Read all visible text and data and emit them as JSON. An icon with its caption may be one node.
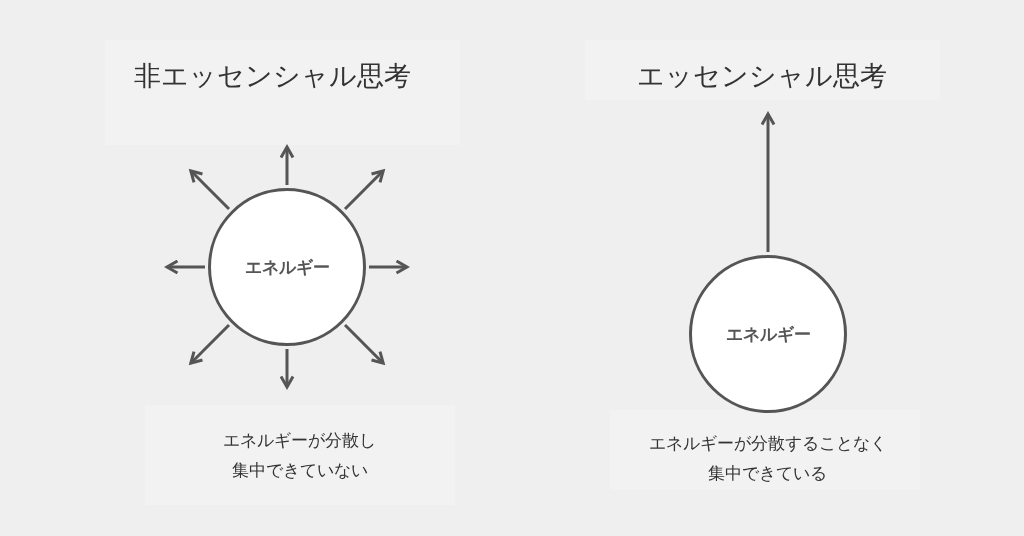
{
  "diagram": {
    "nodes": [
      {
        "text": [
          "エネルギー"
        ]
      },
      {
        "text": [
          "エネルギー"
        ]
      }
    ],
    "edges": [
      {
        "from": 0,
        "to": null,
        "arrow": "to"
      },
      {
        "from": 0,
        "to": null,
        "arrow": "to"
      },
      {
        "from": 0,
        "to": null,
        "arrow": "to"
      },
      {
        "from": 0,
        "to": null,
        "arrow": "to"
      },
      {
        "from": 0,
        "to": null,
        "arrow": "to"
      },
      {
        "from": 0,
        "to": null,
        "arrow": "to"
      },
      {
        "from": 0,
        "to": null,
        "arrow": "to"
      },
      {
        "from": 0,
        "to": null,
        "arrow": "to"
      },
      {
        "from": 1,
        "to": null,
        "arrow": "to"
      }
    ],
    "labels": [
      "非エッセンシャル思考",
      "エッセンシャル思考",
      "エネルギーが分散し集中できていない",
      "エネルギーが分散することなく集中できている"
    ]
  }
}
